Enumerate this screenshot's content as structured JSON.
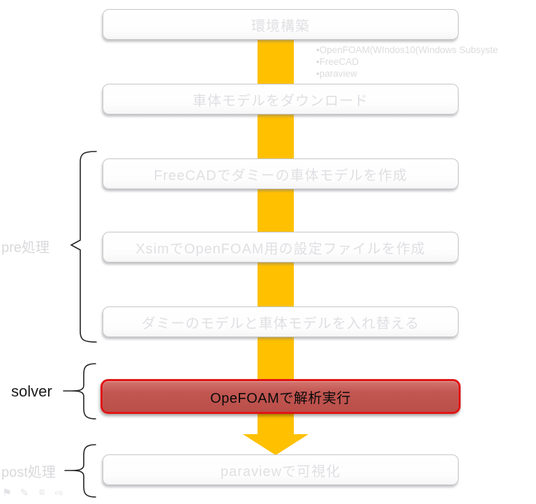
{
  "flow": {
    "boxes": [
      {
        "id": "env-setup",
        "label": "環境構築",
        "state": "inactive"
      },
      {
        "id": "download-model",
        "label": "車体モデルをダウンロード",
        "state": "inactive"
      },
      {
        "id": "freecad-dummy",
        "label": "FreeCADでダミーの車体モデルを作成",
        "state": "inactive"
      },
      {
        "id": "xsim-config",
        "label": "XsimでOpenFOAM用の設定ファイルを作成",
        "state": "inactive"
      },
      {
        "id": "swap-models",
        "label": "ダミーのモデルと車体モデルを入れ替える",
        "state": "inactive"
      },
      {
        "id": "openfoam-solve",
        "label": "OpeFOAMで解析実行",
        "state": "active"
      },
      {
        "id": "paraview-visual",
        "label": "paraviewで可視化",
        "state": "inactive"
      }
    ],
    "annotations": {
      "line1": "•OpenFOAM(WIndos10(Windows Subsyste",
      "line2": "•FreeCAD",
      "line3": "•paraview"
    },
    "groups": {
      "pre": {
        "label": "pre処理"
      },
      "solver": {
        "label": "solver"
      },
      "post": {
        "label": "post処理"
      }
    },
    "colors": {
      "arrow": "#FFC000",
      "active_border": "#E11515",
      "active_fill": "#C25752",
      "inactive_text": "#E0E0E4",
      "muted_label": "#D9D9DC",
      "dark_label": "#1B1B1B"
    }
  },
  "decor": {
    "ghost_icons": [
      "flag-icon",
      "pencil-icon",
      "list-icon",
      "arrow-right-icon"
    ]
  }
}
